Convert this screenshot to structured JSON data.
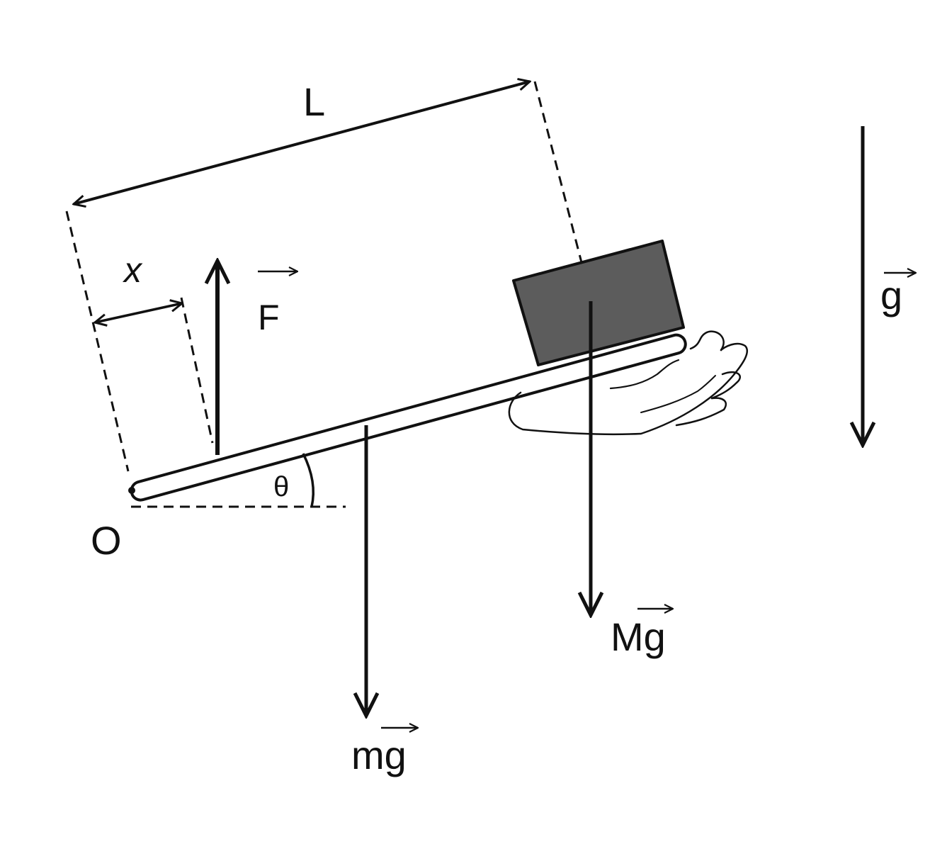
{
  "labels": {
    "length": "L",
    "distance": "x",
    "force": "F",
    "angle": "θ",
    "pivot": "O",
    "rod_weight": "mg",
    "block_weight": "Mg",
    "gravity": "g"
  },
  "colors": {
    "ink": "#111111",
    "block_fill": "#5c5c5c",
    "background": "#ffffff"
  }
}
